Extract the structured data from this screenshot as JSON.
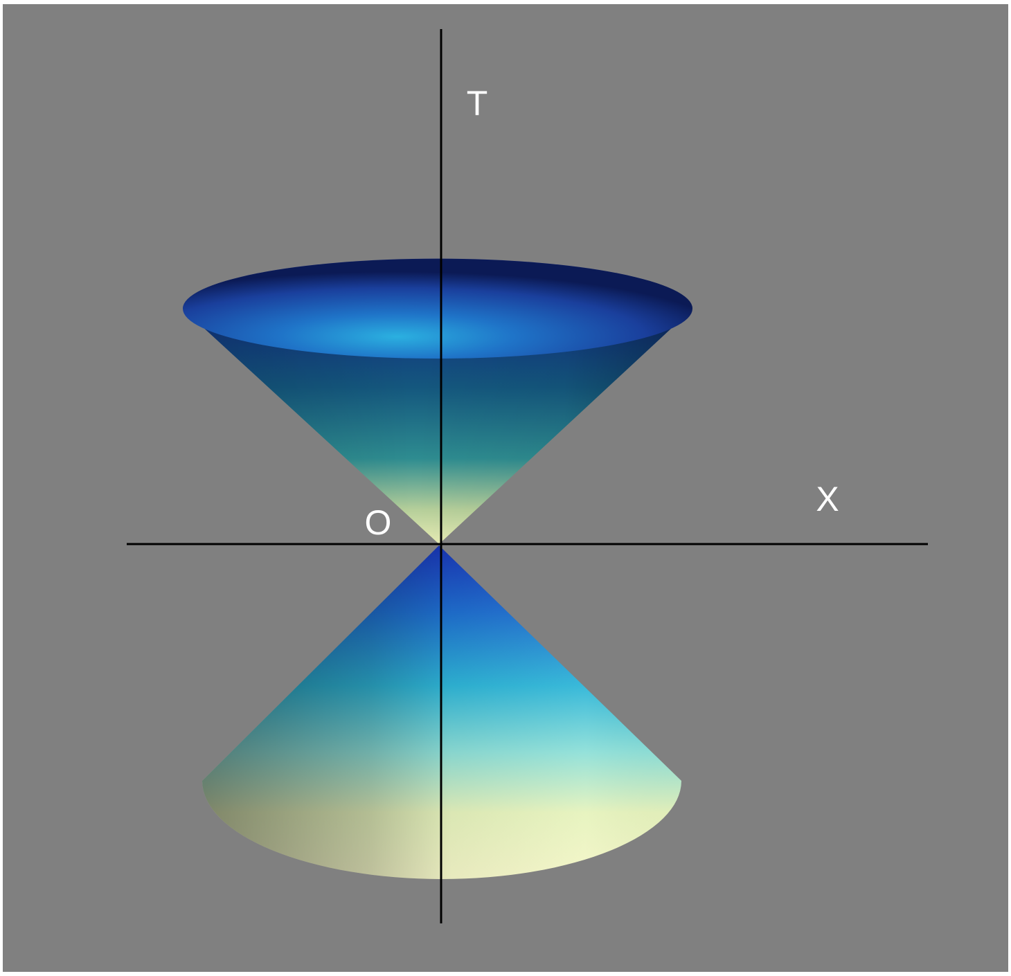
{
  "labels": {
    "time_axis": "T",
    "space_axis": "X",
    "origin": "O"
  },
  "colors": {
    "background": "#808080",
    "frame": "#ffffff",
    "axis_lines": "#000000",
    "label_text": "#ffffff",
    "cone_dark_blue": "#0a1f6e",
    "cone_mid_blue": "#1f5fc8",
    "cone_cyan": "#2ab8dd",
    "cone_light_yellow": "#f2f5b6"
  }
}
